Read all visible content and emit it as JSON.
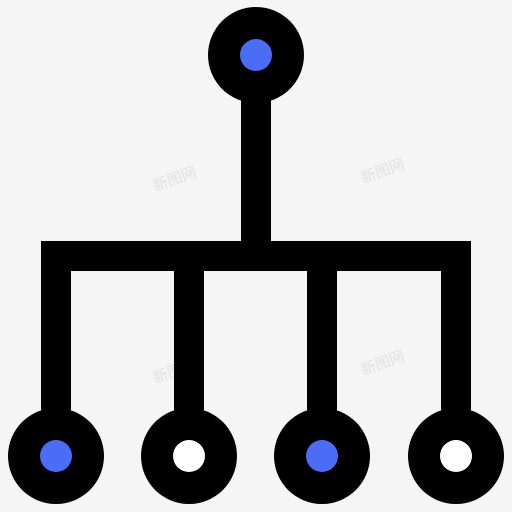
{
  "icon": {
    "name": "hierarchy-tree-icon"
  },
  "colors": {
    "background": "#f5f5f5",
    "stroke": "#000000",
    "accent": "#4a6cf7",
    "hollow": "#ffffff"
  },
  "nodes": {
    "root": {
      "fill": "accent"
    },
    "children": [
      {
        "fill": "accent"
      },
      {
        "fill": "hollow"
      },
      {
        "fill": "accent"
      },
      {
        "fill": "hollow"
      }
    ]
  },
  "watermark": "新图网"
}
